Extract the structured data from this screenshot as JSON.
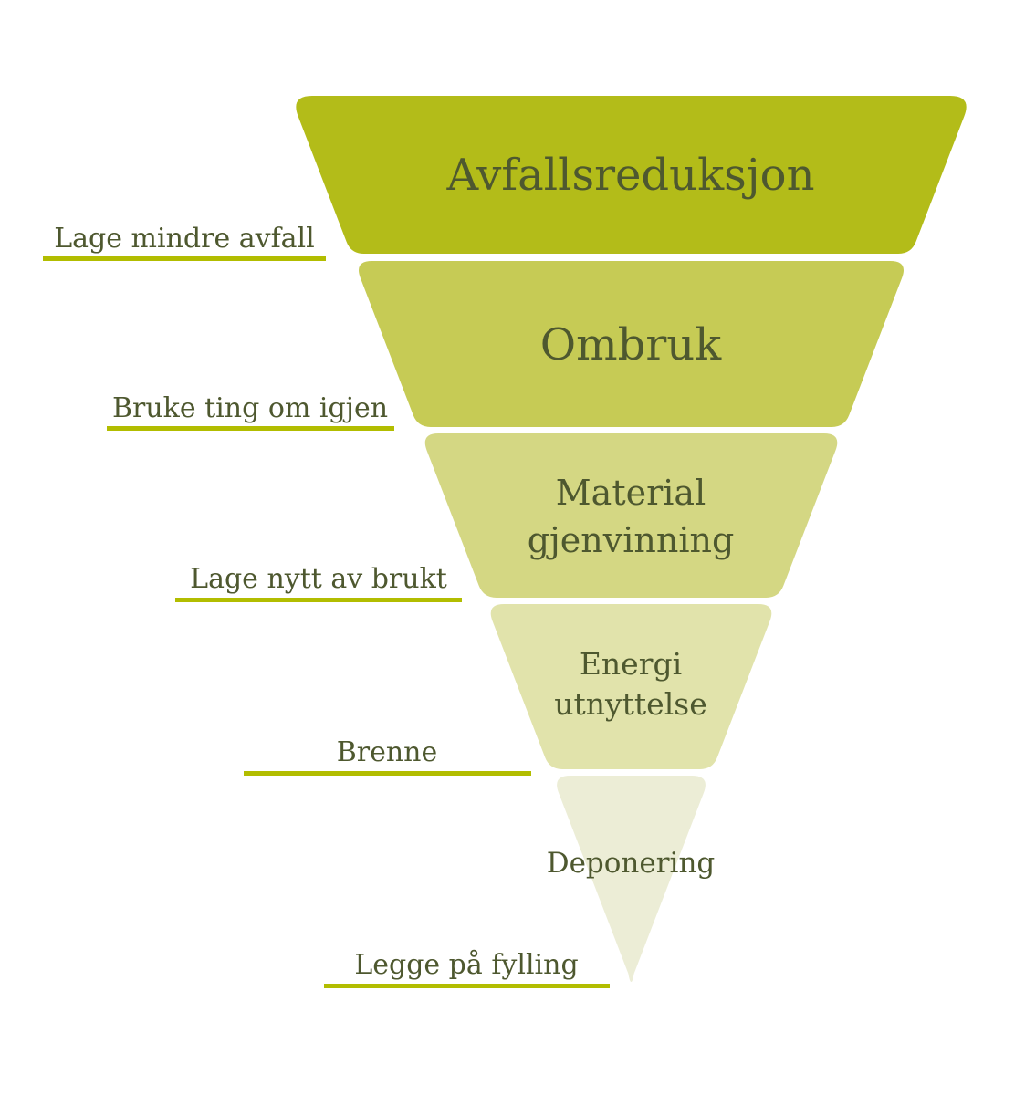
{
  "diagram": {
    "type": "funnel",
    "subject": "waste-hierarchy",
    "background_color": "#ffffff",
    "text_color": "#4e582f",
    "underline_color": "#b2bd00",
    "steps": [
      {
        "label_lines": [
          "Avfallsreduksjon"
        ],
        "fill": "#b3bc19",
        "side_label": "Lage mindre avfall"
      },
      {
        "label_lines": [
          "Ombruk"
        ],
        "fill": "#c6cb55",
        "side_label": "Bruke ting om igjen"
      },
      {
        "label_lines": [
          "Material",
          "gjenvinning"
        ],
        "fill": "#d4d783",
        "side_label": "Lage nytt av brukt"
      },
      {
        "label_lines": [
          "Energi",
          "utnyttelse"
        ],
        "fill": "#e1e3ab",
        "side_label": "Brenne"
      },
      {
        "label_lines": [
          "Deponering"
        ],
        "fill": "#ecedd6",
        "side_label": "Legge på fylling"
      }
    ]
  }
}
